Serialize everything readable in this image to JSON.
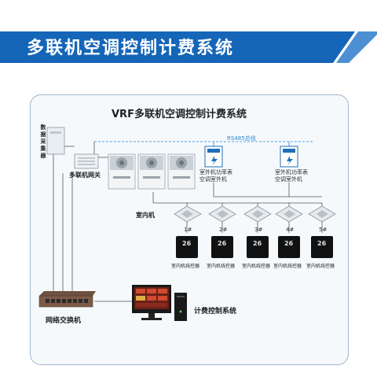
{
  "banner": {
    "title": "多联机空调控制计费系统",
    "color": "#1565b8"
  },
  "diagram": {
    "title": "VRF多联机空调控制计费系统",
    "data_collector": "数据采集器",
    "gateway": "多联机网关",
    "bus_label": "RS485总线",
    "meters": [
      {
        "line1": "室外机功率表",
        "line2": "空调室外机"
      },
      {
        "line1": "室外机功率表",
        "line2": "空调室外机"
      }
    ],
    "indoor_unit_label": "室内机",
    "controllers": [
      {
        "num": "1#",
        "label": "室内机线控器",
        "display": "26"
      },
      {
        "num": "2#",
        "label": "室内机线控器",
        "display": "26"
      },
      {
        "num": "3#",
        "label": "室内机线控器",
        "display": "26"
      },
      {
        "num": "4#",
        "label": "室内机线控器",
        "display": "26"
      },
      {
        "num": "5#",
        "label": "室内机线控器",
        "display": "26"
      }
    ],
    "switch_label": "网络交换机",
    "billing_system": "计费控制系统"
  }
}
